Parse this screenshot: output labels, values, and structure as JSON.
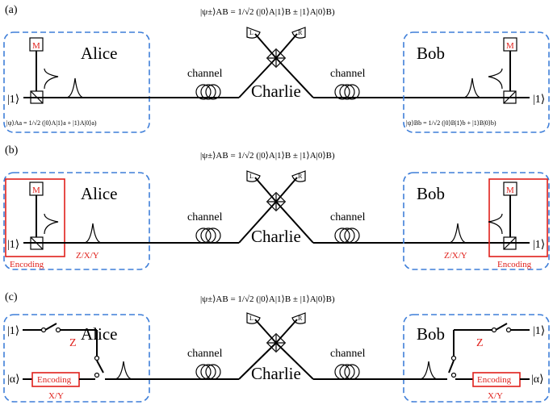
{
  "panels": [
    {
      "tag": "(a)",
      "state_formula": "|ψ±⟩AB = 1/√2 (|0⟩A|1⟩B ± |1⟩A|0⟩B)",
      "alice": {
        "name": "Alice",
        "photon": "|1⟩",
        "measure": "M",
        "local_state": "|ψ⟩Aa = 1/√2 (|0⟩A|1⟩a + |1⟩A|0⟩a)"
      },
      "bob": {
        "name": "Bob",
        "photon": "|1⟩",
        "measure": "M",
        "local_state": "|ψ⟩Bb = 1/√2 (|0⟩B|1⟩b + |1⟩B|0⟩b)"
      },
      "charlie": {
        "name": "Charlie",
        "det_left": "L",
        "det_right": "R"
      },
      "channel_left": "channel",
      "channel_right": "channel"
    },
    {
      "tag": "(b)",
      "state_formula": "|ψ±⟩AB = 1/√2 (|0⟩A|1⟩B ± |1⟩A|0⟩B)",
      "alice": {
        "name": "Alice",
        "photon": "|1⟩",
        "measure": "M",
        "encoding": "Encoding",
        "basis": "Z/X/Y"
      },
      "bob": {
        "name": "Bob",
        "photon": "|1⟩",
        "measure": "M",
        "encoding": "Encoding",
        "basis": "Z/X/Y"
      },
      "charlie": {
        "name": "Charlie",
        "det_left": "L",
        "det_right": "R"
      },
      "channel_left": "channel",
      "channel_right": "channel"
    },
    {
      "tag": "(c)",
      "state_formula": "|ψ±⟩AB = 1/√2 (|0⟩A|1⟩B ± |1⟩A|0⟩B)",
      "alice": {
        "name": "Alice",
        "photon": "|1⟩",
        "coherent": "|α⟩",
        "switch_label": "Z",
        "encoding": "Encoding",
        "basis": "X/Y"
      },
      "bob": {
        "name": "Bob",
        "photon": "|1⟩",
        "coherent": "|α⟩",
        "switch_label": "Z",
        "encoding": "Encoding",
        "basis": "X/Y"
      },
      "charlie": {
        "name": "Charlie",
        "det_left": "L",
        "det_right": "R"
      },
      "channel_left": "channel",
      "channel_right": "channel"
    }
  ],
  "colors": {
    "box_dash": "#3f7fd9",
    "encoding_red": "#e0201b",
    "line": "#000000"
  }
}
